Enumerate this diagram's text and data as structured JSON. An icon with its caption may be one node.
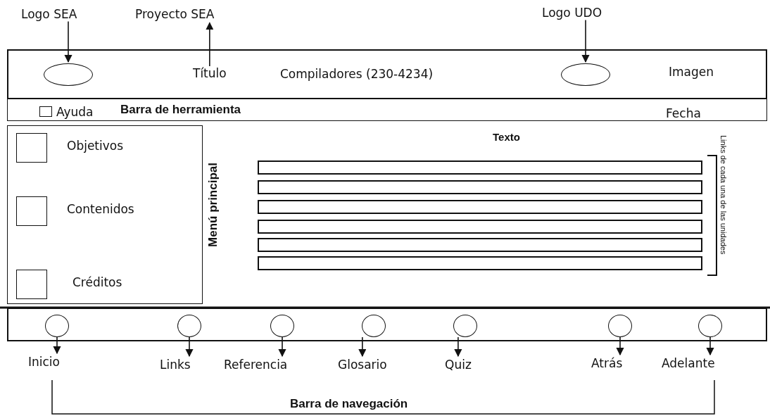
{
  "diagram": {
    "nodes": [
      {
        "text": [
          "Logo SEA"
        ]
      },
      {
        "text": [
          "Proyecto SEA"
        ]
      },
      {
        "text": [
          "Logo UDO"
        ]
      },
      {
        "text": [],
        "shape": "bar"
      },
      {
        "text": [],
        "shape": "circle",
        "in": 3
      },
      {
        "text": [
          "Título"
        ],
        "in": 3
      },
      {
        "text": [],
        "shape": "circle",
        "in": 3
      },
      {
        "text": [
          "Barra de herramienta"
        ]
      },
      {
        "text": [
          "Menú principal"
        ]
      },
      {
        "text": [],
        "shape": "box",
        "beside": [
          "Objetivos"
        ],
        "in": 8
      },
      {
        "text": [],
        "shape": "box",
        "beside": [
          "Contenidos"
        ],
        "in": 8
      },
      {
        "text": [],
        "shape": "box",
        "beside": [
          "Créditos"
        ],
        "in": 8
      },
      {
        "text": [],
        "shape": "bar"
      },
      {
        "text": [],
        "shape": "bar"
      },
      {
        "text": [],
        "shape": "bar"
      },
      {
        "text": [],
        "shape": "bar"
      },
      {
        "text": [],
        "shape": "bar"
      },
      {
        "text": [],
        "shape": "bar"
      },
      {
        "text": [],
        "shape": "bar"
      },
      {
        "text": [],
        "shape": "circle",
        "in": 18
      },
      {
        "text": [],
        "shape": "circle",
        "in": 18
      },
      {
        "text": [],
        "shape": "circle",
        "in": 18
      },
      {
        "text": [],
        "shape": "circle",
        "in": 18
      },
      {
        "text": [],
        "shape": "circle",
        "in": 18
      },
      {
        "text": [],
        "shape": "circle",
        "in": 18
      },
      {
        "text": [],
        "shape": "circle",
        "in": 18
      },
      {
        "text": [
          "Inicio"
        ]
      },
      {
        "text": [
          "Links"
        ]
      },
      {
        "text": [
          "Referencia"
        ]
      },
      {
        "text": [
          "Glosario"
        ]
      },
      {
        "text": [
          "Quiz"
        ]
      },
      {
        "text": [
          "Atrás"
        ]
      },
      {
        "text": [
          "Adelante"
        ]
      }
    ],
    "edges": [
      {
        "from": 0,
        "to": 4,
        "arrow": "to"
      },
      {
        "from": 5,
        "to": 1,
        "arrow": "to"
      },
      {
        "from": 2,
        "to": 6,
        "arrow": "to"
      },
      {
        "from": 19,
        "to": 26,
        "arrow": "to"
      },
      {
        "from": 20,
        "to": 27,
        "arrow": "to"
      },
      {
        "from": 21,
        "to": 28,
        "arrow": "to"
      },
      {
        "from": 22,
        "to": 29,
        "arrow": "to"
      },
      {
        "from": 23,
        "to": 30,
        "arrow": "to"
      },
      {
        "from": 24,
        "to": 31,
        "arrow": "to"
      },
      {
        "from": 25,
        "to": 32,
        "arrow": "to"
      }
    ],
    "labels": [
      "Compiladores (230-4234)",
      "Imagen",
      "Ayuda",
      "Fecha",
      "Texto",
      "Links de cada una de las unidades",
      "Barra de navegación"
    ]
  }
}
